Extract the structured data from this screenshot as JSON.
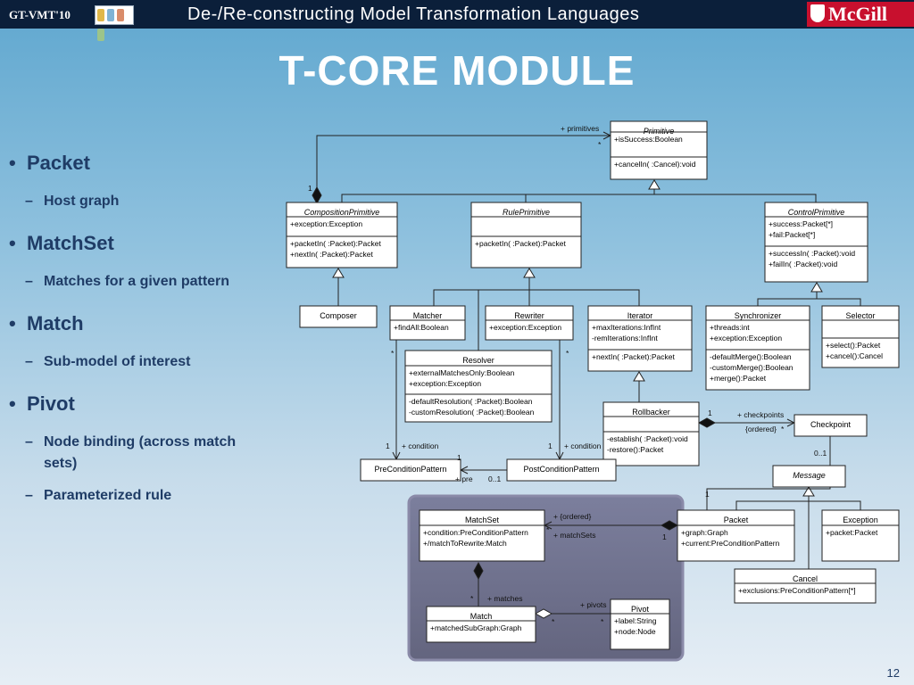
{
  "header": {
    "conference": "GT-VMT'10",
    "talk_title": "De-/Re-constructing Model Transformation Languages",
    "university": "McGill"
  },
  "slide": {
    "title": "T-CORE MODULE",
    "page_number": "12"
  },
  "bullets": [
    {
      "label": "Packet",
      "subs": [
        "Host graph"
      ]
    },
    {
      "label": "MatchSet",
      "subs": [
        "Matches for a given pattern"
      ]
    },
    {
      "label": "Match",
      "subs": [
        "Sub-model of interest"
      ]
    },
    {
      "label": "Pivot",
      "subs": [
        "Node binding (across match sets)",
        "Parameterized rule"
      ]
    }
  ],
  "classes": {
    "primitive": {
      "name": "Primitive",
      "abstract": true,
      "attrs": [
        "+isSuccess:Boolean"
      ],
      "ops": [
        "+cancelIn( :Cancel):void"
      ]
    },
    "composition": {
      "name": "CompositionPrimitive",
      "abstract": true,
      "attrs": [
        "+exception:Exception"
      ],
      "ops": [
        "+packetIn( :Packet):Packet",
        "+nextIn( :Packet):Packet"
      ]
    },
    "rule": {
      "name": "RulePrimitive",
      "abstract": true,
      "attrs": [],
      "ops": [
        "+packetIn( :Packet):Packet"
      ]
    },
    "control": {
      "name": "ControlPrimitive",
      "abstract": true,
      "attrs": [
        "+success:Packet[*]",
        "+fail:Packet[*]"
      ],
      "ops": [
        "+successIn( :Packet):void",
        "+failIn( :Packet):void"
      ]
    },
    "composer": {
      "name": "Composer",
      "attrs": [],
      "ops": []
    },
    "matcher": {
      "name": "Matcher",
      "attrs": [
        "+findAll:Boolean"
      ],
      "ops": []
    },
    "rewriter": {
      "name": "Rewriter",
      "attrs": [
        "+exception:Exception"
      ],
      "ops": []
    },
    "iterator": {
      "name": "Iterator",
      "attrs": [
        "+maxIterations:InfInt",
        "-remIterations:InfInt"
      ],
      "ops": [
        "+nextIn( :Packet):Packet"
      ]
    },
    "synchronizer": {
      "name": "Synchronizer",
      "attrs": [
        "+threads:int",
        "+exception:Exception"
      ],
      "ops": [
        "-defaultMerge():Boolean",
        "-customMerge():Boolean",
        "+merge():Packet"
      ]
    },
    "selector": {
      "name": "Selector",
      "attrs": [],
      "ops": [
        "+select():Packet",
        "+cancel():Cancel"
      ]
    },
    "resolver": {
      "name": "Resolver",
      "attrs": [
        "+externalMatchesOnly:Boolean",
        "+exception:Exception"
      ],
      "ops": [
        "-defaultResolution( :Packet):Boolean",
        "-customResolution( :Packet):Boolean"
      ]
    },
    "rollbacker": {
      "name": "Rollbacker",
      "attrs": [],
      "ops": [
        "-establish( :Packet):void",
        "-restore():Packet"
      ]
    },
    "checkpoint": {
      "name": "Checkpoint",
      "attrs": [],
      "ops": []
    },
    "precond": {
      "name": "PreConditionPattern",
      "attrs": [],
      "ops": []
    },
    "postcond": {
      "name": "PostConditionPattern",
      "attrs": [],
      "ops": []
    },
    "message": {
      "name": "Message",
      "abstract": true,
      "attrs": [],
      "ops": []
    },
    "matchset": {
      "name": "MatchSet",
      "attrs": [
        "+condition:PreConditionPattern",
        "+/matchToRewrite:Match"
      ],
      "ops": []
    },
    "packet": {
      "name": "Packet",
      "attrs": [
        "+graph:Graph",
        "+current:PreConditionPattern"
      ],
      "ops": []
    },
    "exception": {
      "name": "Exception",
      "attrs": [
        "+packet:Packet"
      ],
      "ops": []
    },
    "cancel": {
      "name": "Cancel",
      "attrs": [
        "+exclusions:PreConditionPattern[*]"
      ],
      "ops": []
    },
    "match": {
      "name": "Match",
      "attrs": [
        "+matchedSubGraph:Graph"
      ],
      "ops": []
    },
    "pivot": {
      "name": "Pivot",
      "attrs": [
        "+label:String",
        "+node:Node"
      ],
      "ops": []
    }
  },
  "labels": {
    "primitives": "+ primitives",
    "star": "*",
    "one": "1",
    "zero_one": "0..1",
    "condition": "+ condition",
    "pre": "+ pre",
    "checkpoints": "+ checkpoints",
    "ordered_cp": "{ordered}",
    "ordered_ms": "+ {ordered}",
    "matchsets": "+ matchSets",
    "matches": "+ matches",
    "pivots": "+ pivots"
  }
}
